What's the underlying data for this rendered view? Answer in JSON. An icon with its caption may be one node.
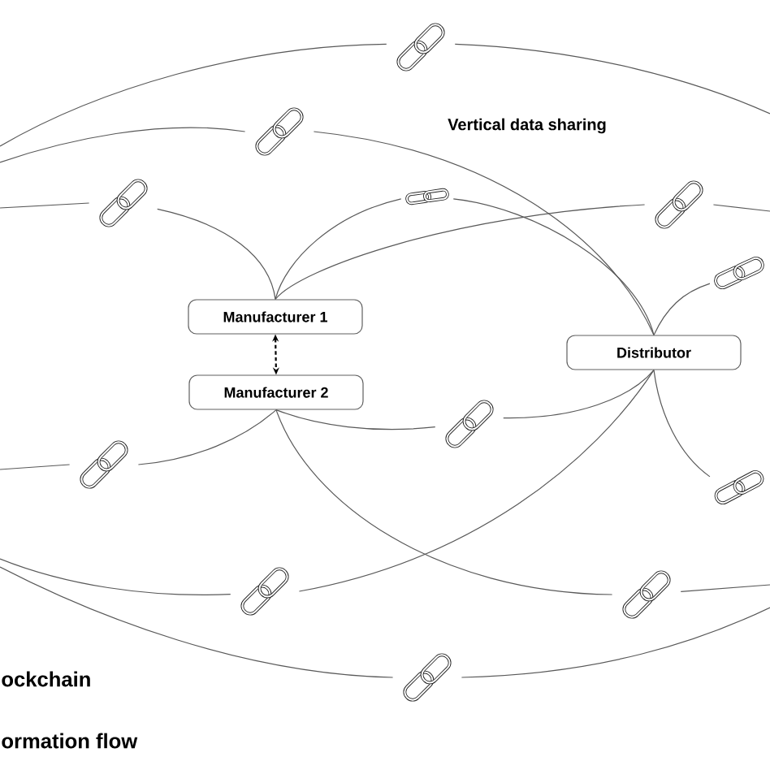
{
  "diagram": {
    "nodes": [
      {
        "text": [],
        "shape": "picture"
      },
      {
        "text": [],
        "shape": "picture"
      },
      {
        "text": [],
        "shape": "picture"
      },
      {
        "text": [],
        "shape": "picture"
      },
      {
        "text": [],
        "shape": "picture"
      },
      {
        "text": [],
        "shape": "picture"
      },
      {
        "text": [
          "Manufacturer 1"
        ]
      },
      {
        "text": [
          "Distributor"
        ]
      },
      {
        "text": [
          "Manufacturer 2"
        ]
      },
      {
        "text": [],
        "shape": "picture"
      },
      {
        "text": [],
        "shape": "picture"
      },
      {
        "text": [],
        "shape": "picture"
      },
      {
        "text": [],
        "shape": "picture"
      },
      {
        "text": [],
        "shape": "picture"
      },
      {
        "text": [],
        "shape": "picture"
      }
    ],
    "edges": [
      {
        "from": 6,
        "to": 8,
        "arrow": "both",
        "style": "dashed",
        "color": "#000000"
      },
      {
        "from": null,
        "to": 0,
        "arrow": "none"
      },
      {
        "from": 0,
        "to": null,
        "arrow": "none"
      },
      {
        "from": null,
        "to": 1,
        "arrow": "none"
      },
      {
        "from": 1,
        "to": 7,
        "arrow": "none"
      },
      {
        "from": null,
        "to": 2,
        "arrow": "none"
      },
      {
        "from": 2,
        "to": 6,
        "arrow": "none"
      },
      {
        "from": 6,
        "to": 3,
        "arrow": "none"
      },
      {
        "from": 3,
        "to": 7,
        "arrow": "none"
      },
      {
        "from": 6,
        "to": 4,
        "arrow": "none"
      },
      {
        "from": 4,
        "to": null,
        "arrow": "none"
      },
      {
        "from": 7,
        "to": 5,
        "arrow": "none"
      },
      {
        "from": 7,
        "to": 11,
        "arrow": "none"
      },
      {
        "from": 7,
        "to": 12,
        "arrow": "none"
      },
      {
        "from": 12,
        "to": null,
        "arrow": "none"
      },
      {
        "from": 8,
        "to": 9,
        "arrow": "none"
      },
      {
        "from": 9,
        "to": 7,
        "arrow": "none"
      },
      {
        "from": 8,
        "to": 10,
        "arrow": "none"
      },
      {
        "from": 10,
        "to": null,
        "arrow": "none"
      },
      {
        "from": 8,
        "to": 13,
        "arrow": "none"
      },
      {
        "from": 13,
        "to": null,
        "arrow": "none"
      },
      {
        "from": null,
        "to": 14,
        "arrow": "none"
      },
      {
        "from": 14,
        "to": null,
        "arrow": "none"
      }
    ],
    "labels": [
      "Vertical data sharing",
      "ockchain",
      "ormation flow"
    ]
  }
}
